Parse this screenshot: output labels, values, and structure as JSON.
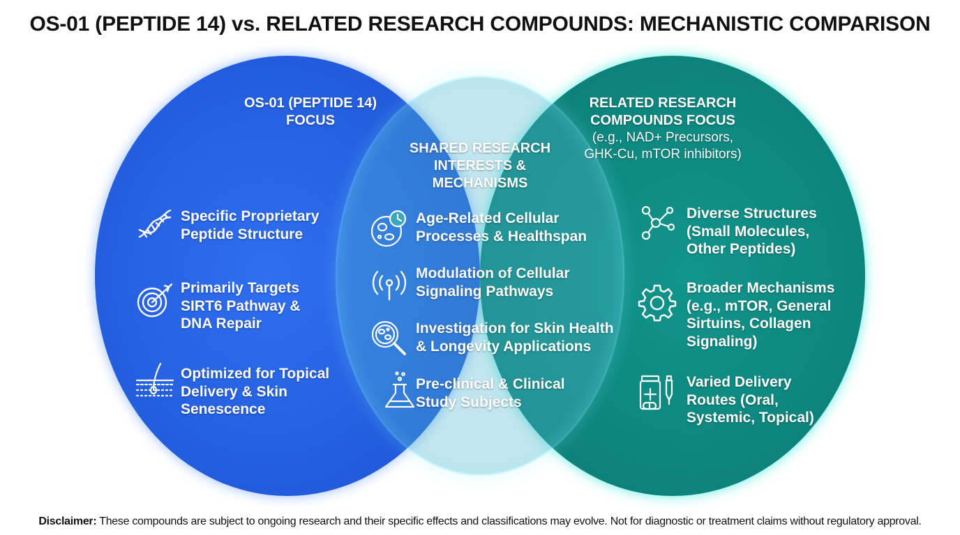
{
  "title": "OS-01 (PEPTIDE 14) vs. RELATED RESEARCH COMPOUNDS: MECHANISTIC COMPARISON",
  "colors": {
    "left_circle": "#2563e0",
    "right_circle": "#0e8f86",
    "overlap": "#3aa6c0",
    "glow": "#3de0d0"
  },
  "left": {
    "heading_line1": "OS-01 (PEPTIDE 14)",
    "heading_line2": "FOCUS",
    "items": [
      {
        "icon": "dna-icon",
        "line1": "Specific Proprietary",
        "line2": "Peptide Structure",
        "line3": ""
      },
      {
        "icon": "target-icon",
        "line1": "Primarily Targets",
        "line2": "SIRT6 Pathway &",
        "line3": "DNA Repair"
      },
      {
        "icon": "skin-layer-icon",
        "line1": "Optimized for Topical",
        "line2": "Delivery & Skin",
        "line3": "Senescence"
      }
    ]
  },
  "center": {
    "heading_line1": "SHARED RESEARCH",
    "heading_line2": "INTERESTS &",
    "heading_line3": "MECHANISMS",
    "items": [
      {
        "icon": "cell-clock-icon",
        "line1": "Age-Related Cellular",
        "line2": "Processes & Healthspan"
      },
      {
        "icon": "signal-icon",
        "line1": "Modulation of Cellular",
        "line2": "Signaling Pathways"
      },
      {
        "icon": "magnifier-cells-icon",
        "line1": "Investigation for Skin Health",
        "line2": "& Longevity Applications"
      },
      {
        "icon": "flask-icon",
        "line1": "Pre-clinical & Clinical",
        "line2": "Study Subjects"
      }
    ]
  },
  "right": {
    "heading_line1": "RELATED RESEARCH",
    "heading_line2": "COMPOUNDS FOCUS",
    "sub_line1": "(e.g., NAD+ Precursors,",
    "sub_line2": "GHK-Cu, mTOR inhibitors)",
    "items": [
      {
        "icon": "molecule-icon",
        "line1": "Diverse Structures",
        "line2": "(Small Molecules,",
        "line3": "Other Peptides)",
        "line4": ""
      },
      {
        "icon": "gear-icon",
        "line1": "Broader Mechanisms",
        "line2": "(e.g., mTOR, General",
        "line3": "Sirtuins, Collagen",
        "line4": "Signaling)"
      },
      {
        "icon": "pill-bottle-icon",
        "line1": "Varied Delivery",
        "line2": "Routes (Oral,",
        "line3": "Systemic, Topical)",
        "line4": ""
      }
    ]
  },
  "disclaimer": {
    "label": "Disclaimer:",
    "text": " These compounds are subject to ongoing research and their specific effects and classifications may evolve. Not for diagnostic or treatment claims without regulatory approval."
  }
}
